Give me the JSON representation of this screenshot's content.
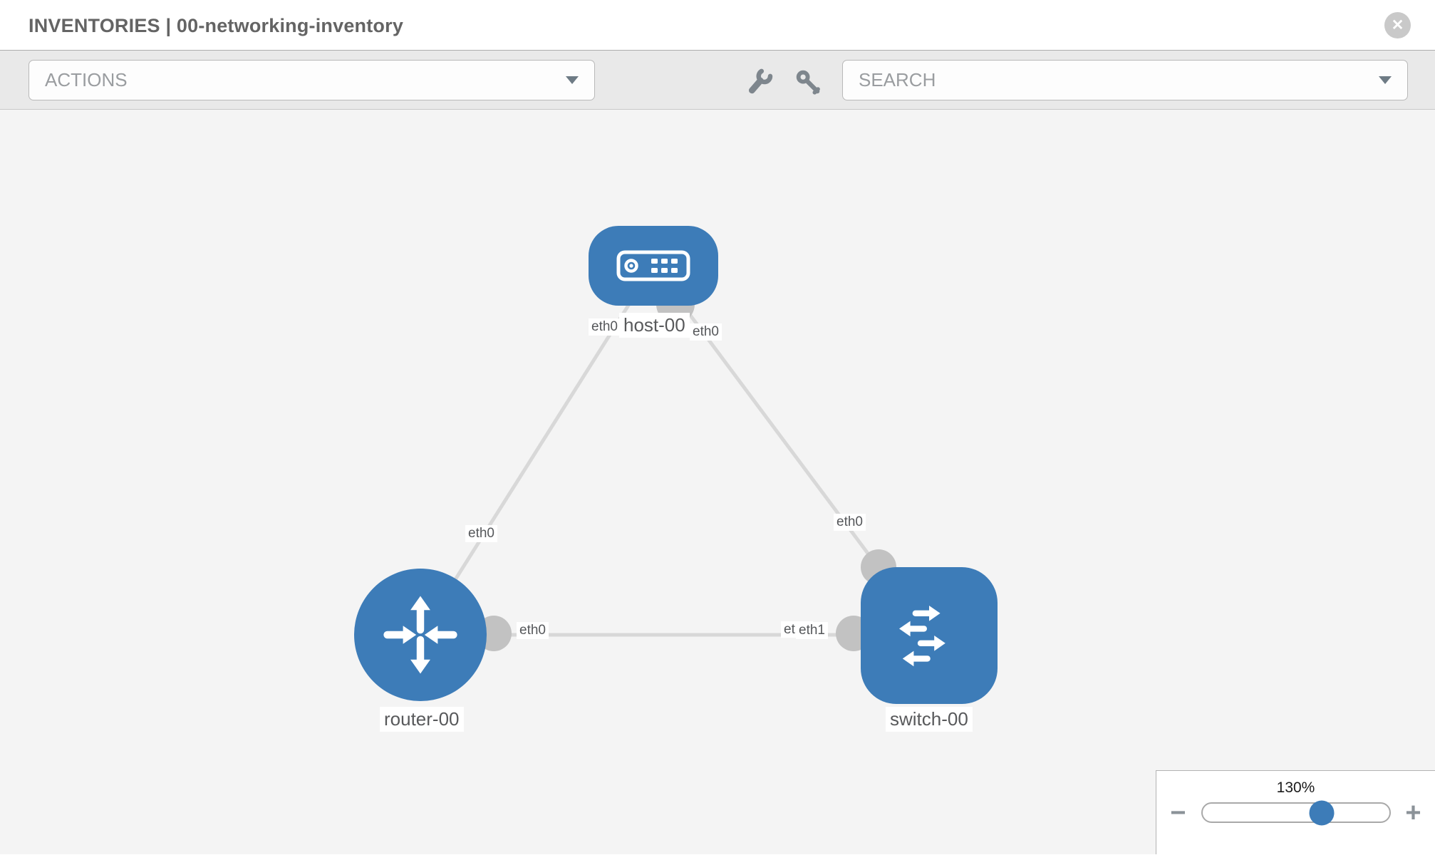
{
  "header": {
    "title": "INVENTORIES | 00-networking-inventory",
    "close_label": "✕"
  },
  "toolbar": {
    "actions_label": "ACTIONS",
    "search_placeholder": "SEARCH"
  },
  "topology": {
    "nodes": [
      {
        "id": "host-00",
        "type": "host",
        "label": "host-00"
      },
      {
        "id": "router-00",
        "type": "router",
        "label": "router-00"
      },
      {
        "id": "switch-00",
        "type": "switch",
        "label": "switch-00"
      }
    ],
    "links": [
      {
        "from": "router-00",
        "to": "host-00",
        "from_interface": "eth0",
        "to_interface": "eth0"
      },
      {
        "from": "host-00",
        "to": "switch-00",
        "from_interface": "eth0",
        "to_interface": "eth0"
      },
      {
        "from": "router-00",
        "to": "switch-00",
        "from_interface": "eth0",
        "to_interface": "eth1"
      }
    ],
    "iface_labels": {
      "rh_router": "eth0",
      "rh_host": "eth0",
      "hs_host": "eth0",
      "hs_switch": "eth0",
      "rs_router": "eth0",
      "rs_switch_under": "eth0",
      "rs_switch_over": "eth1"
    },
    "node_labels": {
      "host": "host-00",
      "router": "router-00",
      "switch": "switch-00"
    }
  },
  "zoom_control": {
    "level": "130%",
    "minus": "−",
    "plus": "+"
  },
  "colors": {
    "node_blue": "#3d7cb8",
    "canvas_bg": "#f4f4f4",
    "toolbar_bg": "#e9e9e9",
    "link_gray": "#d8d8d8",
    "iface_dot_gray": "#c2c2c2",
    "icon_gray": "#7e868d"
  }
}
